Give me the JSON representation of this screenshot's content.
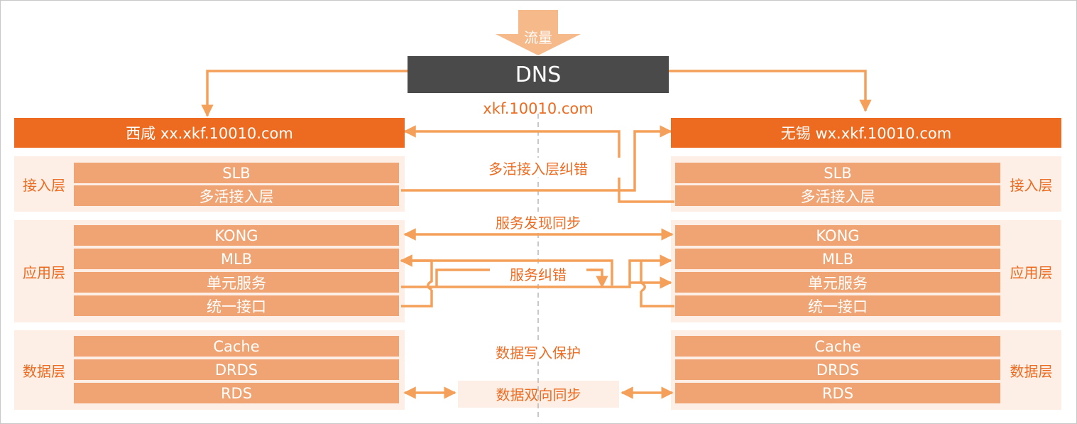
{
  "traffic_label": "流量",
  "dns": {
    "title": "DNS",
    "domain": "xkf.10010.com"
  },
  "sites": {
    "left": {
      "header": "西咸 xx.xkf.10010.com"
    },
    "right": {
      "header": "无锡 wx.xkf.10010.com"
    }
  },
  "layers": {
    "access": {
      "label": "接入层",
      "items": [
        "SLB",
        "多活接入层"
      ]
    },
    "app": {
      "label": "应用层",
      "items": [
        "KONG",
        "MLB",
        "单元服务",
        "统一接口"
      ]
    },
    "data": {
      "label": "数据层",
      "items": [
        "Cache",
        "DRDS",
        "RDS"
      ]
    }
  },
  "middle": {
    "access_correction": "多活接入层纠错",
    "service_discovery": "服务发现同步",
    "service_correction": "服务纠错",
    "data_write_protect": "数据写入保护",
    "data_sync": "数据双向同步"
  },
  "colors": {
    "accent": "#ec6b21",
    "box": "#f0a473",
    "band": "#fdefe5",
    "dns": "#4a4a4a",
    "line": "#f5a05a"
  }
}
